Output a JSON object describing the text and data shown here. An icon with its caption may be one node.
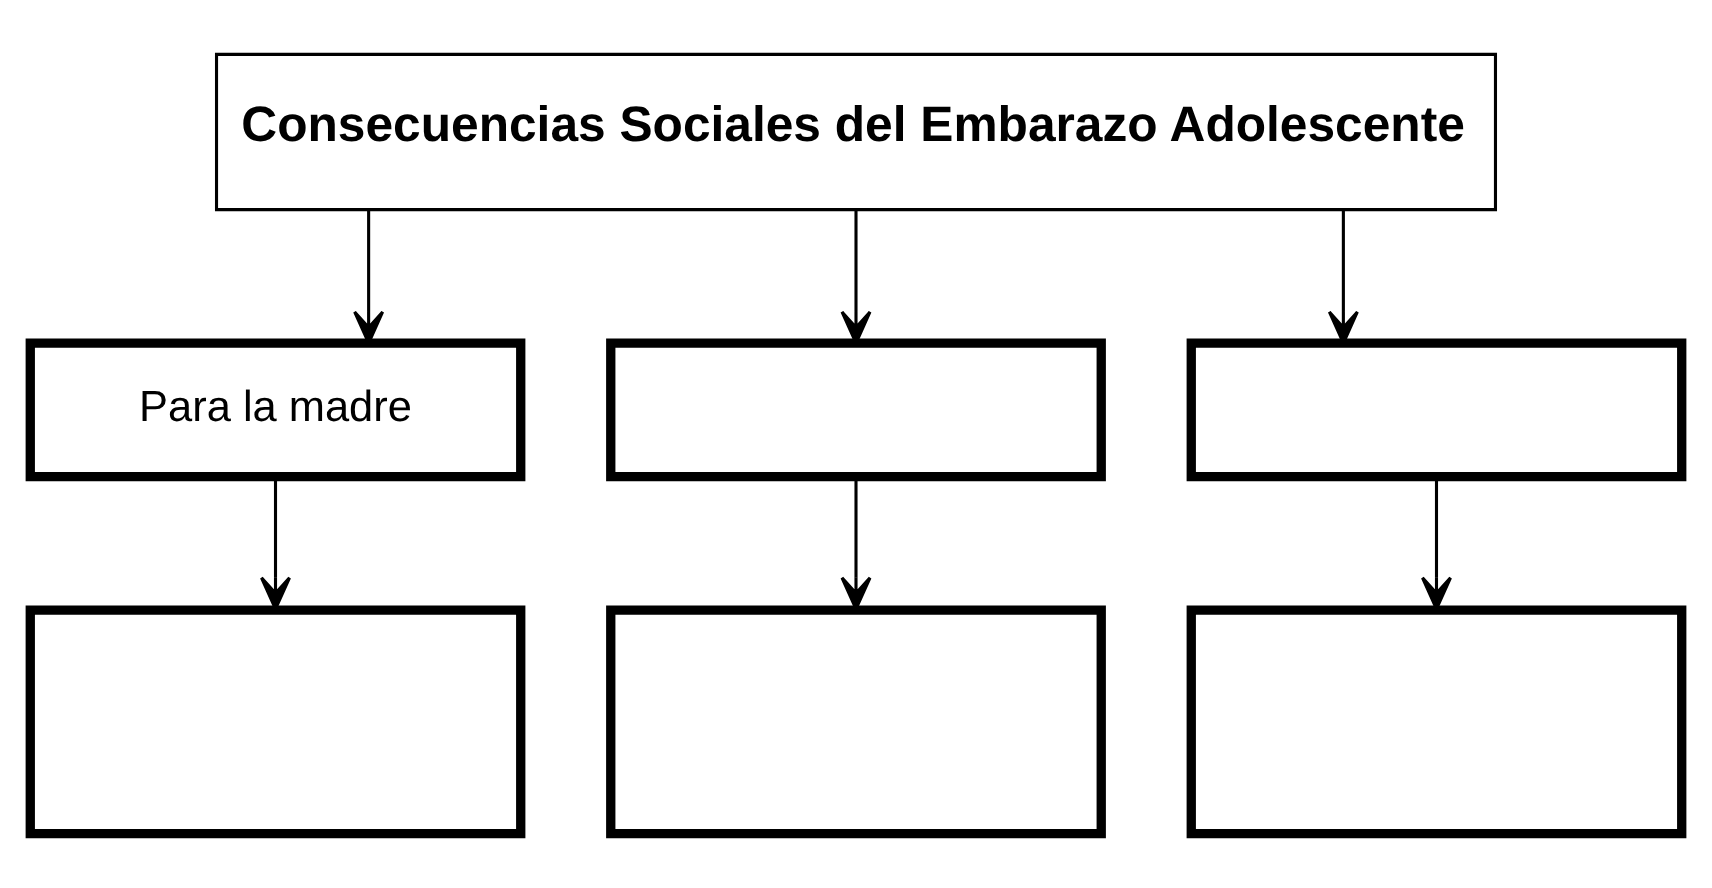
{
  "diagram": {
    "nodes": [
      {
        "text": [
          "Consecuencias Sociales del Embarazo Adolescente"
        ]
      },
      {
        "text": [
          "Para la madre"
        ]
      },
      {
        "text": [],
        "shape": "box"
      },
      {
        "text": [],
        "shape": "box"
      },
      {
        "text": [],
        "shape": "box"
      },
      {
        "text": [],
        "shape": "box"
      },
      {
        "text": [],
        "shape": "box"
      }
    ],
    "edges": [
      {
        "from": 0,
        "to": 1,
        "arrow": "to"
      },
      {
        "from": 0,
        "to": 2,
        "arrow": "to"
      },
      {
        "from": 0,
        "to": 3,
        "arrow": "to"
      },
      {
        "from": 1,
        "to": 4,
        "arrow": "to"
      },
      {
        "from": 2,
        "to": 5,
        "arrow": "to"
      },
      {
        "from": 3,
        "to": 6,
        "arrow": "to"
      }
    ]
  }
}
